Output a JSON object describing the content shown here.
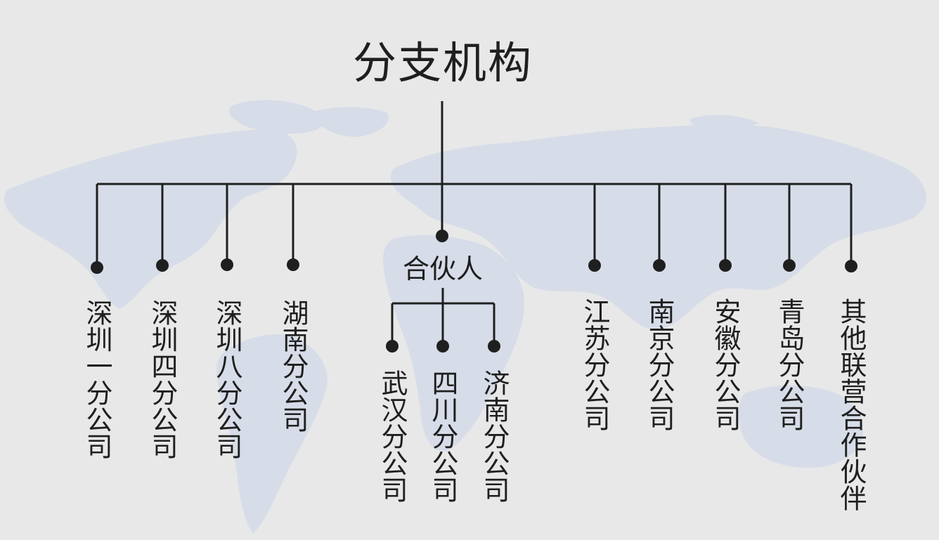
{
  "title": "分支机构",
  "partner": {
    "label": "合伙人",
    "children": [
      "武汉分公司",
      "四川分公司",
      "济南分公司"
    ]
  },
  "branches_left": [
    "深圳一分公司",
    "深圳四分公司",
    "深圳八分公司",
    "湖南分公司"
  ],
  "branches_right": [
    "江苏分公司",
    "南京分公司",
    "安徽分公司",
    "青岛分公司",
    "其他联营合作伙伴"
  ],
  "colors": {
    "background": "#e8e8e9",
    "line": "#1f1f1f",
    "map": "#d2dbe8"
  }
}
